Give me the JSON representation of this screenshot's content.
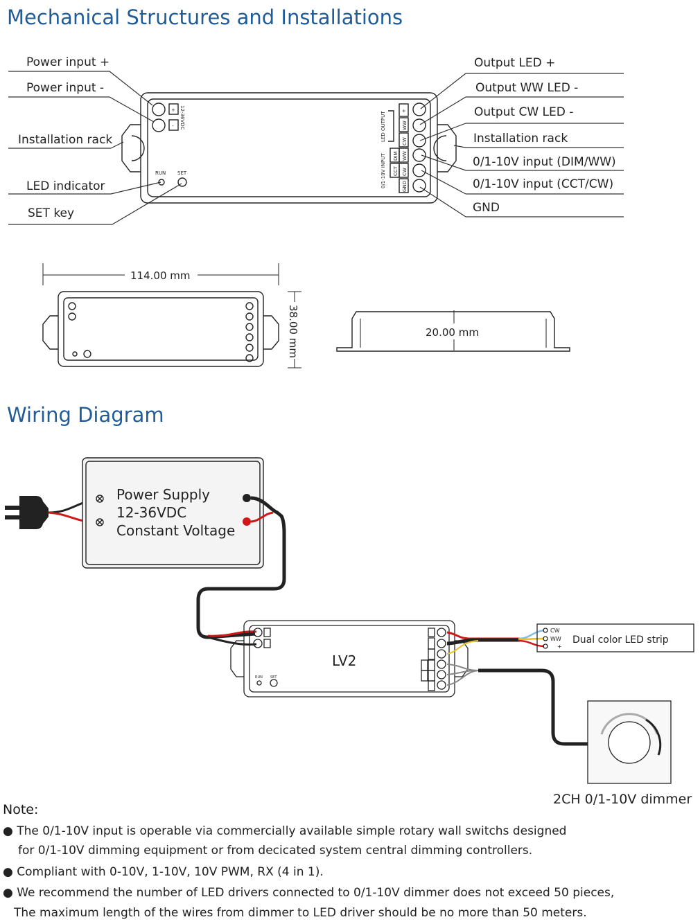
{
  "section1_title": "Mechanical Structures and Installations",
  "section2_title": "Wiring Diagram",
  "left_labels": [
    "Power input +",
    "Power input -",
    "Installation rack",
    "LED indicator",
    "SET key"
  ],
  "right_labels": [
    "Output LED +",
    "Output WW LED -",
    "Output CW LED -",
    "Installation rack",
    "0/1-10V input (DIM/WW)",
    "0/1-10V input (CCT/CW)",
    "GND"
  ],
  "device": {
    "power_label": "12-36VDC",
    "plus": "+",
    "minus": "-",
    "run": "RUN",
    "set": "SET",
    "led_output": "LED OUTPUT",
    "input_label": "0/1-10V INPUT",
    "terminals": [
      "+",
      "WW",
      "CW",
      "DIM",
      "CCT",
      "GND"
    ]
  },
  "dimensions": {
    "length": "114.00 mm",
    "width": "38.00 mm",
    "height": "20.00 mm"
  },
  "wiring": {
    "psu_line1": "Power Supply",
    "psu_line2": "12-36VDC",
    "psu_line3": "Constant Voltage",
    "controller_name": "LV2",
    "strip_label": "Dual color LED strip",
    "strip_terminals": [
      "CW",
      "WW",
      "+"
    ],
    "dimmer_label": "2CH 0/1-10V dimmer"
  },
  "note": {
    "title": "Note:",
    "items": [
      "● The 0/1-10V input is operable via commercially available simple rotary wall switchs designed",
      "for 0/1-10V dimming equipment or from decicated system central dimming controllers.",
      "● Compliant with 0-10V, 1-10V, 10V PWM, RX (4 in 1).",
      "● We recommend the number of LED drivers connected to 0/1-10V dimmer does not exceed 50 pieces,",
      "The maximum length of the wires from dimmer to LED driver should be no more than 50 meters."
    ]
  }
}
